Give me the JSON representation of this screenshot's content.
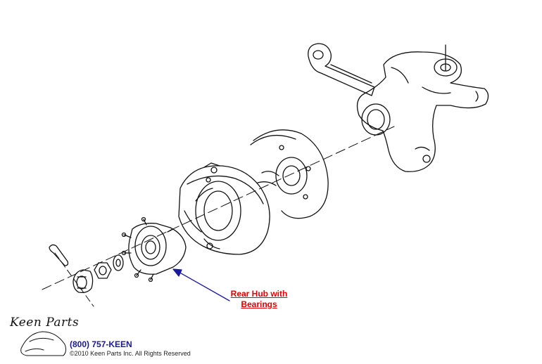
{
  "callout": {
    "line1": "Rear Hub with",
    "line2": "Bearings",
    "color": "#e00000",
    "arrow_color": "#1a1aa0"
  },
  "footer": {
    "logo_text": "Keen Parts",
    "phone": "(800) 757-KEEN",
    "copyright": "©2010 Keen Parts Inc. All Rights Reserved"
  }
}
